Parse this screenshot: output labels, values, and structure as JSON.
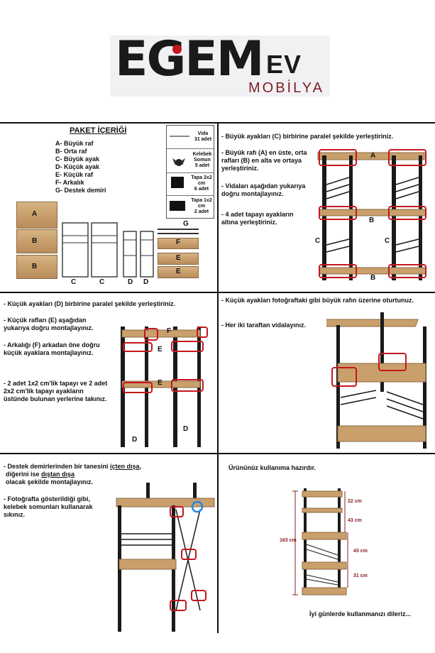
{
  "logo": {
    "word": "EGEM",
    "ev": "EV",
    "sub": "MOBİLYA"
  },
  "package": {
    "title": "PAKET İÇERİĞİ",
    "items": [
      "A- Büyük raf",
      "B- Orta raf",
      "C- Büyük ayak",
      "D- Küçük ayak",
      "E- Küçük raf",
      "F- Arkalık",
      "G- Destek demiri"
    ],
    "hardware": [
      {
        "name": "Vida",
        "qty": "31 adet"
      },
      {
        "name": "Kelebek Somun",
        "qty": "5 adet"
      },
      {
        "name": "Tapa 2x2 cm",
        "qty": "6 adet"
      },
      {
        "name": "Tapa 1x2 cm",
        "qty": "2 adet"
      }
    ],
    "labels": {
      "a": "A",
      "b1": "B",
      "b2": "B",
      "c1": "C",
      "c2": "C",
      "d1": "D",
      "d2": "D",
      "f": "F",
      "e1": "E",
      "e2": "E",
      "g": "G"
    }
  },
  "step1": {
    "lines": [
      "- Büyük ayakları (C) birbirine paralel şekilde yerleştiriniz.",
      "- Büyük rafı (A) en üste, orta rafları (B) en alta ve ortaya yerleştiriniz.",
      "- Vidaları aşağıdan yukarıya doğru montajlayınız.",
      "- 4 adet tapayı ayakların altına yerleştiriniz."
    ],
    "labels": {
      "a": "A",
      "b1": "B",
      "b2": "B",
      "c1": "C",
      "c2": "C"
    }
  },
  "step2": {
    "lines": [
      "- Küçük ayakları (D) birbirine paralel şekilde yerleştiriniz.",
      "- Küçük rafları (E) aşağıdan yukarıya doğru montajlayınız.",
      "- Arkalığı (F) arkadan öne doğru küçük ayaklara montajlayınız.",
      "- 2 adet 1x2 cm'lik tapayı ve 2 adet 2x2 cm'lik tapayı ayakların üstünde bulunan yerlerine takınız."
    ],
    "labels": {
      "f": "F",
      "e1": "E",
      "e2": "E",
      "d1": "D",
      "d2": "D"
    }
  },
  "step3": {
    "lines": [
      "- Küçük ayakları fotoğraftaki gibi büyük rafın üzerine oturtunuz.",
      "- Her iki taraftan vidalayınız."
    ]
  },
  "step4": {
    "line1_a": "- Destek demirlerinden bir tanesini ",
    "line1_u": "içten dışa",
    "line1_b": ",",
    "line2_a": "diğerini ise ",
    "line2_u": "dıştan dışa",
    "line3": "olacak şekilde montajlayınız.",
    "line4": "- Fotoğrafta gösterildiği gibi, kelebek somunları kullanarak sıkınız."
  },
  "step5": {
    "ready": "Ürününüz kullanıma hazırdır.",
    "dims": {
      "d1": "22 cm",
      "d2": "43 cm",
      "d3": "43 cm",
      "d4": "31 cm",
      "total": "163 cm"
    },
    "wish": "İyi günlerde kullanmanızı dileriz..."
  },
  "colors": {
    "accent": "#c4161c",
    "wood": "#c9a06c",
    "metal": "#1a1a1a",
    "dim": "#8b1d24",
    "note": "#1e88e5"
  }
}
